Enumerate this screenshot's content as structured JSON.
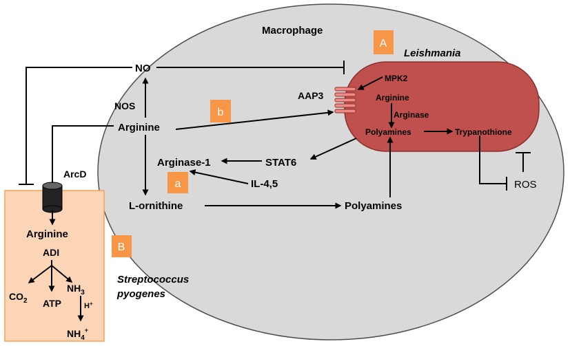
{
  "colors": {
    "macrophage_fill": "#d9d9d9",
    "parasite_fill": "#c0504d",
    "parasite_stroke": "#8c2f2c",
    "bacteria_fill": "#fbd5b5",
    "bacteria_stroke": "#f5a25a",
    "badge_fill": "#f79646",
    "line": "#000000"
  },
  "cells": {
    "macrophage": "Macrophage",
    "leishmania": "Leishmania",
    "streptococcus_line1": "Streptococcus",
    "streptococcus_line2": "pyogenes"
  },
  "badges": {
    "A": "A",
    "B": "B",
    "a": "a",
    "b": "b"
  },
  "macrophage_nodes": {
    "no": "NO",
    "nos": "NOS",
    "arginine": "Arginine",
    "arginase1": "Arginase-1",
    "stat6": "STAT6",
    "il45": "IL-4,5",
    "ornithine": "L-ornithine",
    "polyamines": "Polyamines"
  },
  "parasite_nodes": {
    "aap3": "AAP3",
    "mpk2": "MPK2",
    "arginine": "Arginine",
    "arginase": "Arginase",
    "polyamines": "Polyamines",
    "trypanothione": "Trypanothione",
    "ros": "ROS"
  },
  "bacteria_nodes": {
    "arcd": "ArcD",
    "arginine": "Arginine",
    "adi": "ADI",
    "co": "CO",
    "co_sub": "2",
    "atp": "ATP",
    "nh": "NH",
    "nh_sub": "3",
    "h": "H",
    "h_sup": "+",
    "nh4": "NH",
    "nh4_sub": "4",
    "nh4_sup": "+"
  }
}
